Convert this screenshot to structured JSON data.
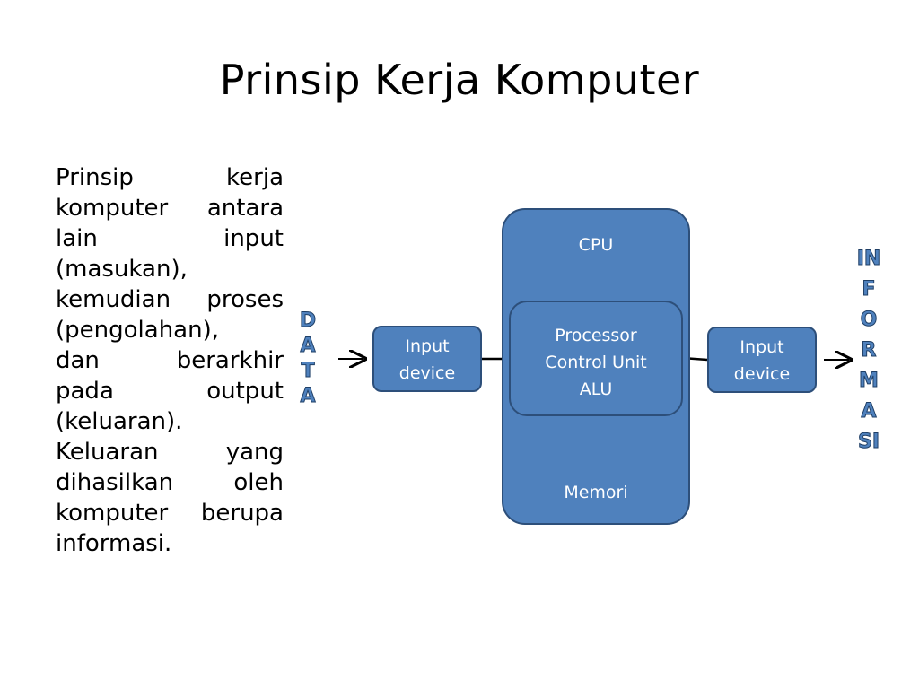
{
  "slide": {
    "title": "Prinsip Kerja Komputer",
    "body_lines": [
      "Prinsip kerja",
      "komputer antara",
      "lain input",
      "(masukan),",
      "kemudian proses",
      "(pengolahan),",
      "dan berarkhir",
      "pada output",
      "(keluaran).",
      "Keluaran yang",
      "dihasilkan oleh",
      "komputer berupa",
      "informasi."
    ]
  },
  "diagram": {
    "cpu_label": "CPU",
    "processor_lines": [
      "Processor",
      "Control Unit",
      "ALU"
    ],
    "memory_label": "Memori",
    "input_device": [
      "Input",
      "device"
    ],
    "output_device": [
      "Input",
      "device"
    ],
    "data_letters": [
      "D",
      "A",
      "T",
      "A"
    ],
    "info_letters": [
      "IN",
      "F",
      "O",
      "R",
      "M",
      "A",
      "SI"
    ]
  },
  "colors": {
    "box_fill": "#4f81bd",
    "box_border": "#2d4f7a",
    "text_on_box": "#ffffff"
  },
  "icons": [
    "arrow-right-icon"
  ]
}
